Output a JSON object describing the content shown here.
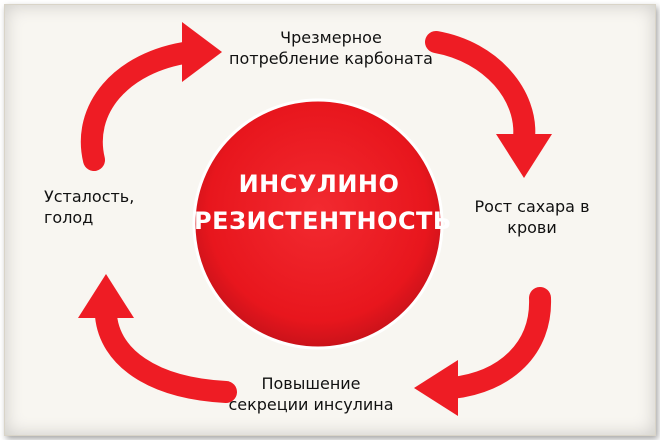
{
  "center": {
    "line1": "ИНСУЛИНО",
    "line2": "РЕЗИСТЕНТНОСТЬ"
  },
  "nodes": {
    "top": {
      "line1": "Чрезмерное",
      "line2": "потребление карбоната"
    },
    "right": {
      "line1": "Рост сахара в",
      "line2": "крови"
    },
    "bottom": {
      "line1": "Повышение",
      "line2": "секреции инсулина"
    },
    "left": {
      "line1": "Усталость,",
      "line2": "голод"
    }
  },
  "colors": {
    "accent": "#ee1c24",
    "circle": "#e8161d",
    "background": "#f8f6f1",
    "text": "#111111"
  }
}
